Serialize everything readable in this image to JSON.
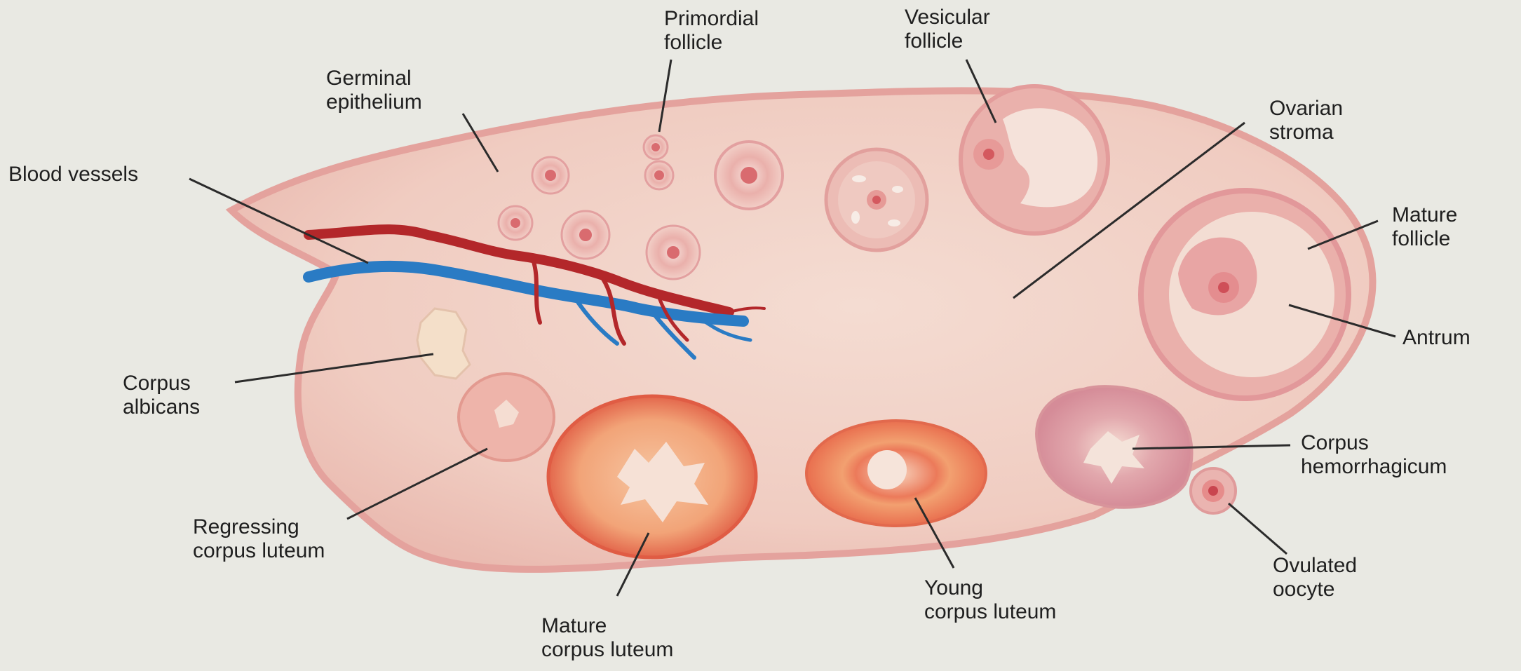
{
  "labels": {
    "primordial_follicle": {
      "line1": "Primordial",
      "line2": "follicle"
    },
    "vesicular_follicle": {
      "line1": "Vesicular",
      "line2": "follicle"
    },
    "germinal_epithelium": {
      "line1": "Germinal",
      "line2": "epithelium"
    },
    "ovarian_stroma": {
      "line1": "Ovarian",
      "line2": "stroma"
    },
    "blood_vessels": {
      "line1": "Blood vessels"
    },
    "mature_follicle": {
      "line1": "Mature",
      "line2": "follicle"
    },
    "antrum": {
      "line1": "Antrum"
    },
    "corpus_albicans": {
      "line1": "Corpus",
      "line2": "albicans"
    },
    "corpus_hemorrhagicum": {
      "line1": "Corpus",
      "line2": "hemorrhagicum"
    },
    "regressing_corpus_luteum": {
      "line1": "Regressing",
      "line2": "corpus luteum"
    },
    "ovulated_oocyte": {
      "line1": "Ovulated",
      "line2": "oocyte"
    },
    "young_corpus_luteum": {
      "line1": "Young",
      "line2": "corpus luteum"
    },
    "mature_corpus_luteum": {
      "line1": "Mature",
      "line2": "corpus luteum"
    }
  },
  "colors": {
    "background": "#e9e9e3",
    "ovary_tissue": "#f1cfc4",
    "capsule": "#e7a9a3",
    "artery": "#b3272a",
    "vein": "#2a7bc4",
    "corpus_luteum": "#f19a6e",
    "label_text": "#1f1f1f"
  }
}
